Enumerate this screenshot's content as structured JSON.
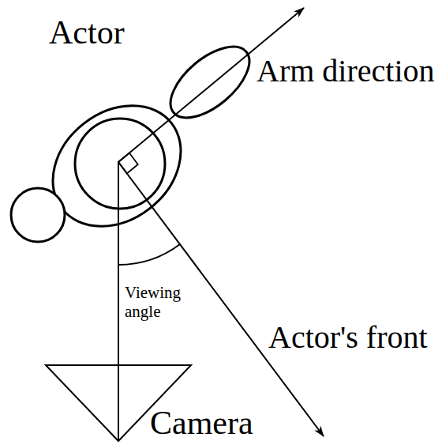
{
  "diagram": {
    "labels": [
      "Actor",
      "Arm direction",
      "Viewing angle",
      "Actor's front",
      "Camera"
    ]
  }
}
